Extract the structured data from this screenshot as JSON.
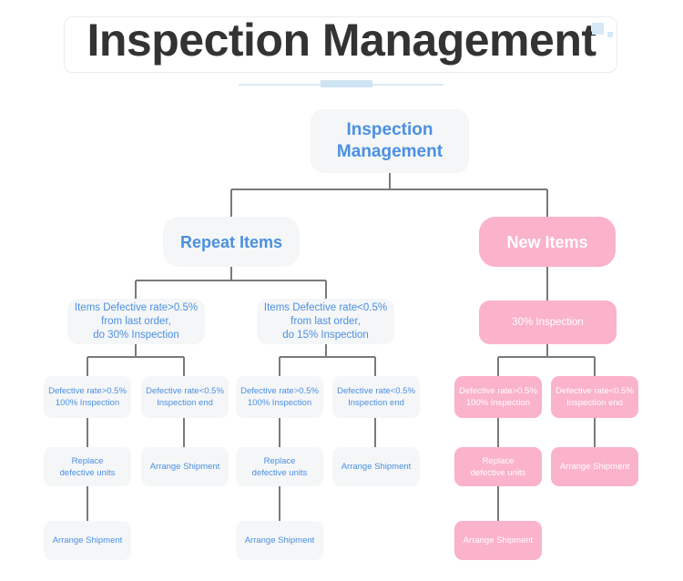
{
  "header": {
    "title": "Inspection Management",
    "decor": {
      "square_large": "decorative-square",
      "square_small": "decorative-square",
      "underline": "decorative-underline"
    }
  },
  "colors": {
    "title_text": "#333333",
    "blue_node_bg": "#f5f6f7",
    "blue_node_text": "#4a90e2",
    "pink_node_bg": "#fbb2cb",
    "pink_node_text": "#ffffff",
    "connector": "#7a7a7a",
    "decor_blue": "#d6e9f5"
  },
  "chart_data": {
    "type": "diagram",
    "title": "Inspection Management",
    "root": "Inspection Management",
    "branches": [
      "Repeat Items",
      "New Items"
    ]
  },
  "nodes": {
    "root": {
      "label": "Inspection\nManagement"
    },
    "repeat_items": {
      "label": "Repeat Items"
    },
    "new_items": {
      "label": "New Items"
    },
    "repeat_high": {
      "label": "Items Defective rate>0.5%\nfrom last order,\ndo 30% Inspection"
    },
    "repeat_low": {
      "label": "Items Defective rate<0.5%\nfrom last order,\ndo 15% Inspection"
    },
    "new_inspection": {
      "label": "30% Inspection"
    },
    "rh_fail": {
      "label": "Defective rate>0.5%\n100% Inspection"
    },
    "rh_pass": {
      "label": "Defective rate<0.5%\nInspection end"
    },
    "rl_fail": {
      "label": "Defective rate>0.5%\n100% Inspection"
    },
    "rl_pass": {
      "label": "Defective rate<0.5%\nInspection end"
    },
    "ni_fail": {
      "label": "Defective rate>0.5%\n100% Inspection"
    },
    "ni_pass": {
      "label": "Defective rate<0.5%\nInspection end"
    },
    "rh_replace": {
      "label": "Replace\ndefective units"
    },
    "rh_ship": {
      "label": "Arrange Shipment"
    },
    "rl_replace": {
      "label": "Replace\ndefective units"
    },
    "rl_ship": {
      "label": "Arrange Shipment"
    },
    "ni_replace": {
      "label": "Replace\ndefective units"
    },
    "ni_ship": {
      "label": "Arrange Shipment"
    },
    "rh_ship_final": {
      "label": "Arrange Shipment"
    },
    "rl_ship_final": {
      "label": "Arrange Shipment"
    },
    "ni_ship_final": {
      "label": "Arrange Shipment"
    }
  }
}
